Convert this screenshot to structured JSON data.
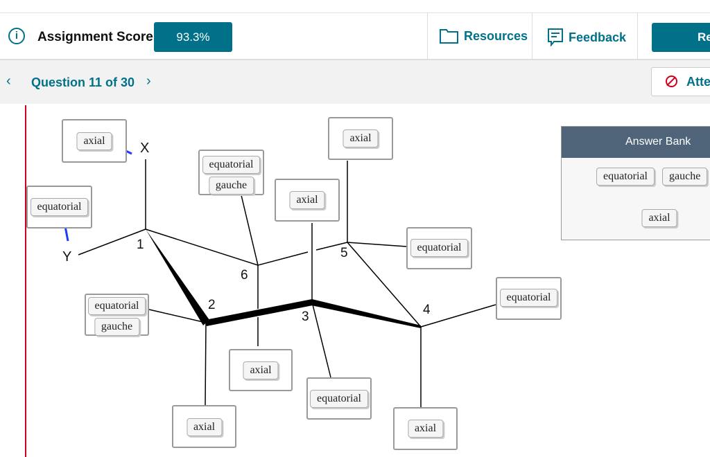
{
  "header": {
    "score_label": "Assignment Score:",
    "score_value": "93.3%",
    "resources": "Resources",
    "feedback": "Feedback",
    "primary_button": "Re"
  },
  "nav": {
    "question": "Question 11 of 30",
    "attempt_button": "Atte"
  },
  "colors": {
    "accent": "#007189",
    "bank_header": "#4f6478",
    "error": "#d0021b",
    "link_line": "#1a3cff"
  },
  "diagram": {
    "atoms": {
      "x": "X",
      "y": "Y"
    },
    "carbons": [
      "1",
      "2",
      "3",
      "4",
      "5",
      "6"
    ],
    "zones": [
      {
        "labels": [
          "axial"
        ]
      },
      {
        "labels": [
          "equatorial"
        ]
      },
      {
        "labels": [
          "equatorial",
          "gauche"
        ]
      },
      {
        "labels": [
          "axial"
        ]
      },
      {
        "labels": [
          "axial"
        ]
      },
      {
        "labels": [
          "equatorial"
        ]
      },
      {
        "labels": [
          "equatorial"
        ]
      },
      {
        "labels": [
          "equatorial",
          "gauche"
        ]
      },
      {
        "labels": [
          "axial"
        ]
      },
      {
        "labels": [
          "equatorial"
        ]
      },
      {
        "labels": [
          "axial"
        ]
      },
      {
        "labels": [
          "axial"
        ]
      }
    ]
  },
  "answer_bank": {
    "title": "Answer Bank",
    "items": [
      "equatorial",
      "gauche",
      "axial"
    ]
  }
}
